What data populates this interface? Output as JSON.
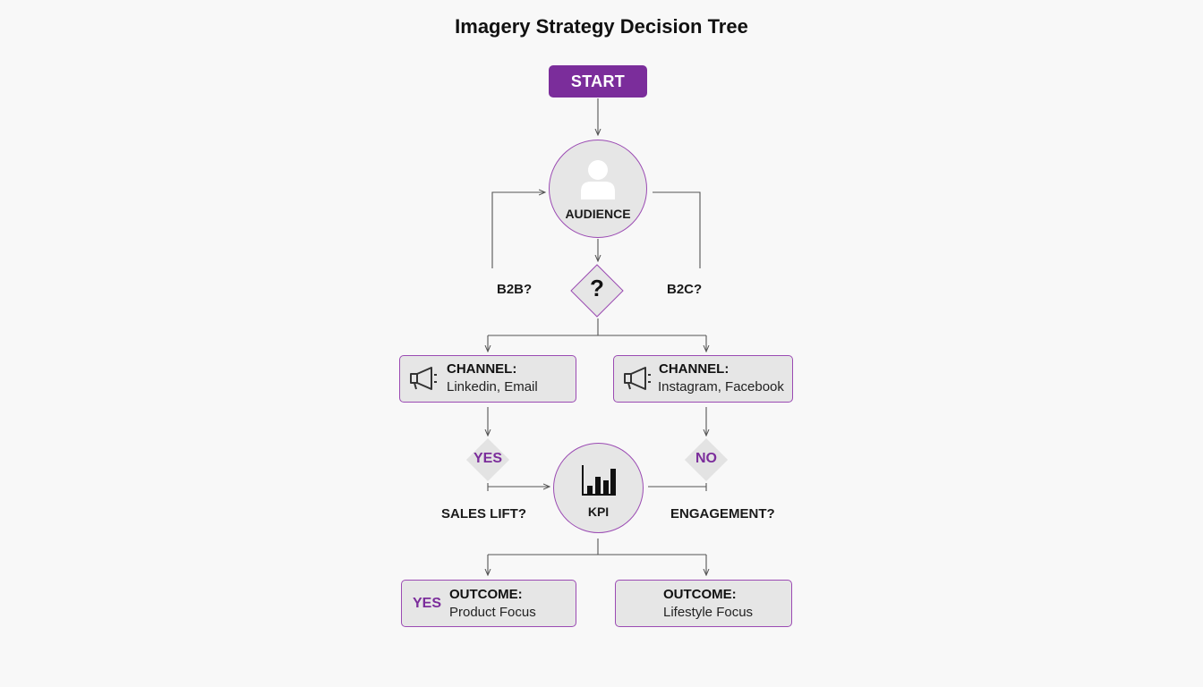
{
  "title": "Imagery Strategy Decision Tree",
  "start": {
    "label": "START"
  },
  "audience": {
    "label": "AUDIENCE",
    "icon": "person-icon"
  },
  "question": {
    "symbol": "?",
    "left_label": "B2B?",
    "right_label": "B2C?"
  },
  "channels": [
    {
      "heading": "CHANNEL:",
      "detail": "Linkedin, Email",
      "icon": "megaphone-icon"
    },
    {
      "heading": "CHANNEL:",
      "detail": "Instagram, Facebook",
      "icon": "megaphone-icon"
    }
  ],
  "branches": {
    "yes": "YES",
    "no": "NO"
  },
  "kpi": {
    "label": "KPI",
    "icon": "bar-chart-icon",
    "left_question": "SALES LIFT?",
    "right_question": "ENGAGEMENT?"
  },
  "outcomes": [
    {
      "badge": "YES",
      "heading": "OUTCOME:",
      "detail": "Product Focus"
    },
    {
      "heading": "OUTCOME:",
      "detail": "Lifestyle Focus"
    }
  ],
  "colors": {
    "accent": "#7b2d9b",
    "node_fill": "#e6e6e6",
    "node_border": "#9b4bb3",
    "connector": "#555555"
  }
}
